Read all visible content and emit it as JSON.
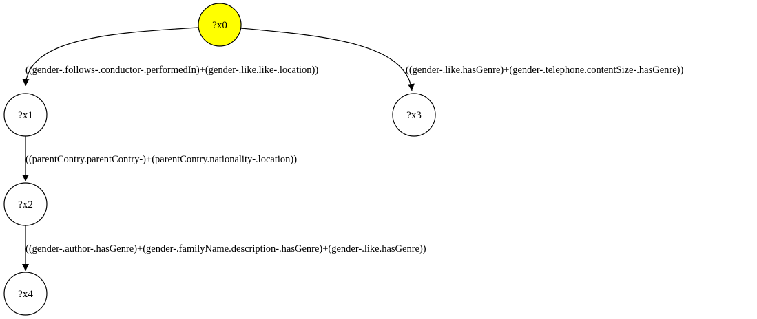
{
  "graph": {
    "nodes": [
      {
        "id": "x0",
        "label": "?x0",
        "fill": "#ffff00",
        "highlighted": true
      },
      {
        "id": "x1",
        "label": "?x1",
        "fill": "#ffffff",
        "highlighted": false
      },
      {
        "id": "x2",
        "label": "?x2",
        "fill": "#ffffff",
        "highlighted": false
      },
      {
        "id": "x3",
        "label": "?x3",
        "fill": "#ffffff",
        "highlighted": false
      },
      {
        "id": "x4",
        "label": "?x4",
        "fill": "#ffffff",
        "highlighted": false
      }
    ],
    "edges": [
      {
        "from": "x0",
        "to": "x1",
        "label": "((gender-.follows-.conductor-.performedIn)+(gender-.like.like-.location))"
      },
      {
        "from": "x0",
        "to": "x3",
        "label": "((gender-.like.hasGenre)+(gender-.telephone.contentSize-.hasGenre))"
      },
      {
        "from": "x1",
        "to": "x2",
        "label": "((parentContry.parentContry-)+(parentContry.nationality-.location))"
      },
      {
        "from": "x2",
        "to": "x4",
        "label": "((gender-.author-.hasGenre)+(gender-.familyName.description-.hasGenre)+(gender-.like.hasGenre))"
      }
    ],
    "colors": {
      "stroke": "#000000",
      "background": "#ffffff",
      "highlight": "#ffff00"
    }
  }
}
